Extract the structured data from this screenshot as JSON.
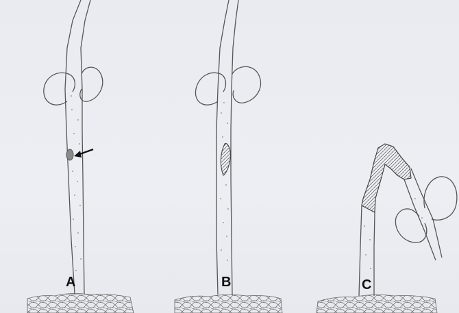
{
  "panels": [
    {
      "id": "a",
      "label": "A"
    },
    {
      "id": "b",
      "label": "B"
    },
    {
      "id": "c",
      "label": "C"
    }
  ],
  "colors": {
    "background": "#eceef3",
    "line": "#555555",
    "lesion": "#8a8a8a",
    "soil": "#6a6a6a"
  }
}
